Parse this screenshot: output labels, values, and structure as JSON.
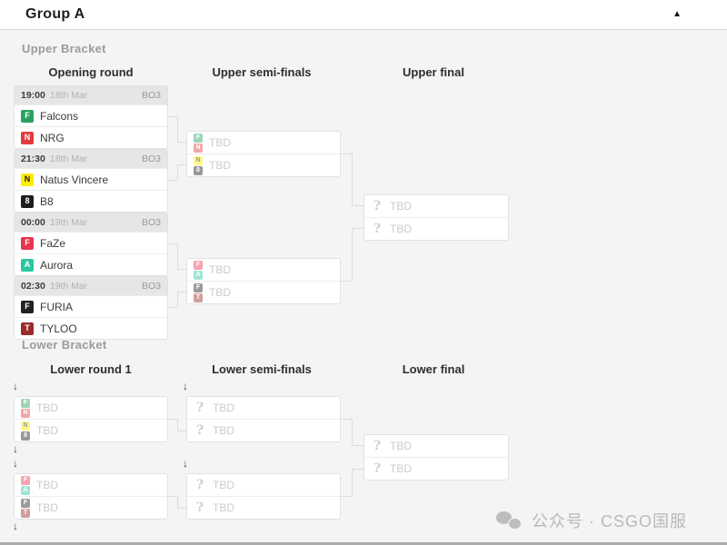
{
  "group": {
    "title": "Group A"
  },
  "icons": {
    "collapse": "▲",
    "drop_arrow": "↓",
    "question": "?"
  },
  "tbd_label": "TBD",
  "teams": {
    "falcons": {
      "name": "Falcons",
      "letter": "F",
      "color": "#27a35f",
      "text": "#ffffff"
    },
    "nrg": {
      "name": "NRG",
      "letter": "N",
      "color": "#e23c3c",
      "text": "#ffffff"
    },
    "navi": {
      "name": "Natus Vincere",
      "letter": "N",
      "color": "#ffee00",
      "text": "#1a1a1a"
    },
    "b8": {
      "name": "B8",
      "letter": "8",
      "color": "#1d1d1d",
      "text": "#ffffff"
    },
    "faze": {
      "name": "FaZe",
      "letter": "F",
      "color": "#e8344e",
      "text": "#ffffff"
    },
    "aurora": {
      "name": "Aurora",
      "letter": "A",
      "color": "#2cc6a0",
      "text": "#ffffff"
    },
    "furia": {
      "name": "FURIA",
      "letter": "F",
      "color": "#222222",
      "text": "#ffffff"
    },
    "tyloo": {
      "name": "TYLOO",
      "letter": "T",
      "color": "#9b2b2b",
      "text": "#ffffff"
    }
  },
  "upper": {
    "label": "Upper Bracket",
    "columns": [
      "Opening round",
      "Upper semi-finals",
      "Upper final"
    ],
    "opening": [
      {
        "time": "19:00",
        "date": "18th Mar",
        "format": "BO3",
        "slots": [
          {
            "team": "falcons"
          },
          {
            "team": "nrg"
          }
        ]
      },
      {
        "time": "21:30",
        "date": "18th Mar",
        "format": "BO3",
        "slots": [
          {
            "team": "navi"
          },
          {
            "team": "b8"
          }
        ]
      },
      {
        "time": "00:00",
        "date": "19th Mar",
        "format": "BO3",
        "slots": [
          {
            "team": "faze"
          },
          {
            "team": "aurora"
          }
        ]
      },
      {
        "time": "02:30",
        "date": "19th Mar",
        "format": "BO3",
        "slots": [
          {
            "team": "furia"
          },
          {
            "team": "tyloo"
          }
        ]
      }
    ],
    "semis": [
      {
        "slots": [
          {
            "candidates": [
              "falcons",
              "nrg"
            ]
          },
          {
            "candidates": [
              "navi",
              "b8"
            ]
          }
        ]
      },
      {
        "slots": [
          {
            "candidates": [
              "faze",
              "aurora"
            ]
          },
          {
            "candidates": [
              "furia",
              "tyloo"
            ]
          }
        ]
      }
    ],
    "final": {
      "slots": [
        {
          "candidates": []
        },
        {
          "candidates": []
        }
      ]
    }
  },
  "lower": {
    "label": "Lower Bracket",
    "columns": [
      "Lower round 1",
      "Lower semi-finals",
      "Lower final"
    ],
    "round1": [
      {
        "slots": [
          {
            "candidates": [
              "falcons",
              "nrg"
            ]
          },
          {
            "candidates": [
              "navi",
              "b8"
            ]
          }
        ]
      },
      {
        "slots": [
          {
            "candidates": [
              "faze",
              "aurora"
            ]
          },
          {
            "candidates": [
              "furia",
              "tyloo"
            ]
          }
        ]
      }
    ],
    "semis": [
      {
        "slots": [
          {
            "candidates": []
          },
          {
            "candidates": []
          }
        ]
      },
      {
        "slots": [
          {
            "candidates": []
          },
          {
            "candidates": []
          }
        ]
      }
    ],
    "final": {
      "slots": [
        {
          "candidates": []
        },
        {
          "candidates": []
        }
      ]
    }
  },
  "watermark": {
    "text": "公众号 · CSGO国服"
  }
}
